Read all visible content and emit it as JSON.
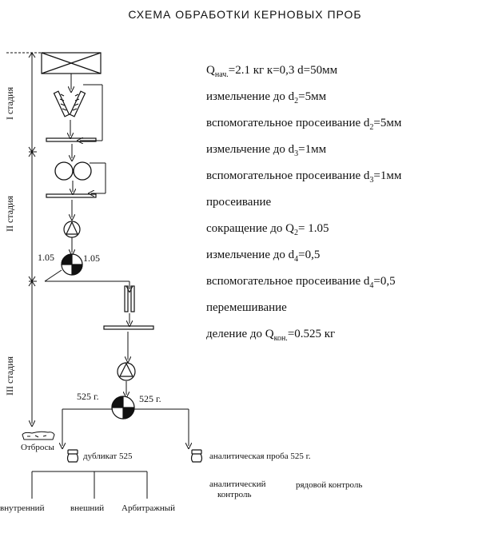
{
  "title": "СХЕМА ОБРАБОТКИ  КЕРНОВЫХ  ПРОБ",
  "stages": {
    "s1": "I стадия",
    "s2": "II стадия",
    "s3": "III стадия"
  },
  "steps": [
    {
      "pre": "Q",
      "sub": "нач.",
      "post": "=2.1  кг   к=0,3     d=50мм"
    },
    {
      "pre": "измельчение до d",
      "sub": "2",
      "post": "=5мм"
    },
    {
      "pre": "вспомогательное просеивание d",
      "sub": "2",
      "post": "=5мм"
    },
    {
      "pre": "измельчение до d",
      "sub": "3",
      "post": "=1мм"
    },
    {
      "pre": "вспомогательное просеивание d",
      "sub": "3",
      "post": "=1мм"
    },
    {
      "pre": "просеивание",
      "sub": "",
      "post": ""
    },
    {
      "pre": "сокращение до Q",
      "sub": "2",
      "post": "= 1.05"
    },
    {
      "pre": "измельчение до d",
      "sub": "4",
      "post": "=0,5"
    },
    {
      "pre": "вспомогательное просеивание d",
      "sub": "4",
      "post": "=0,5"
    },
    {
      "pre": "перемешивание",
      "sub": "",
      "post": ""
    },
    {
      "pre": "деление до Q",
      "sub": "кон.",
      "post": "=0.525 кг"
    }
  ],
  "split1": {
    "left": "1.05",
    "right": "1.05"
  },
  "split2": {
    "left": "525 г.",
    "right": "525 г."
  },
  "waste": "Отбросы",
  "duplicate": "дубликат 525",
  "analytical_sample": "аналитическая проба 525  г.",
  "analytical_control_1": "аналитический",
  "analytical_control_2": "контроль",
  "routine_control": "рядовой контроль",
  "controls": {
    "internal": "внутренний",
    "external": "внешний",
    "arbitration": "Арбитражный"
  }
}
